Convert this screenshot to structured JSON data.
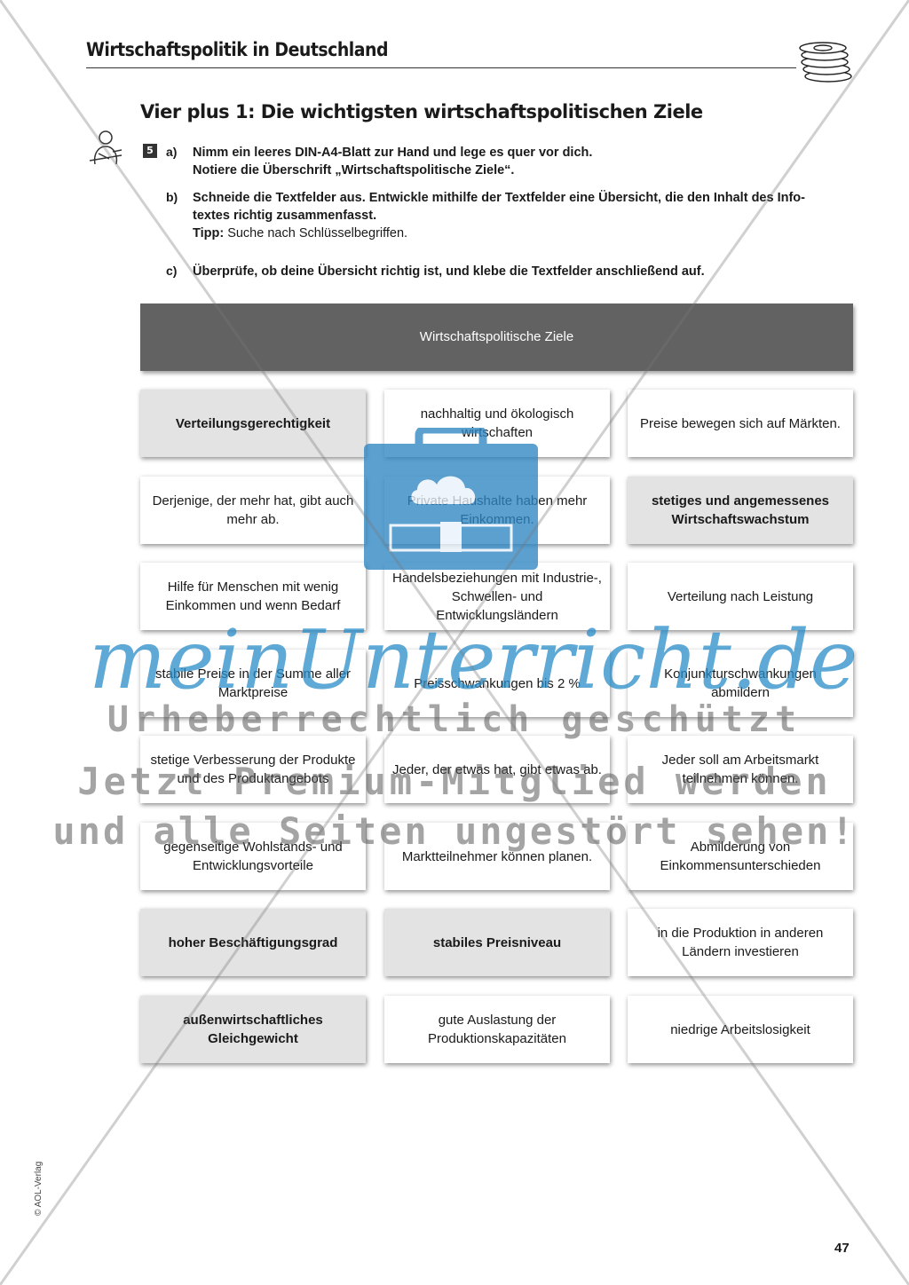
{
  "header": {
    "title": "Wirtschaftspolitik in Deutschland"
  },
  "section": {
    "title": "Vier plus 1: Die wichtigsten wirtschaftspolitischen Ziele"
  },
  "task": {
    "number": "5",
    "a_letter": "a)",
    "a_line1": "Nimm ein leeres DIN-A4-Blatt zur Hand und lege es quer vor dich.",
    "a_line2": "Notiere die Überschrift „Wirtschaftspolitische Ziele“.",
    "b_letter": "b)",
    "b_line1": "Schneide die Textfelder aus. Entwickle mithilfe der Textfelder eine Übersicht, die den Inhalt des Info-",
    "b_line2": "textes richtig zusammenfasst.",
    "b_tip_label": "Tipp:",
    "b_tip_text": " Suche nach Schlüsselbegriffen.",
    "c_letter": "c)",
    "c_line1": "Überprüfe, ob deine Übersicht richtig ist, und klebe die Textfelder anschließend auf."
  },
  "banner": {
    "label": "Wirtschaftspolitische Ziele"
  },
  "cards": [
    {
      "text": "Verteilungsgerechtigkeit",
      "style": "gray"
    },
    {
      "text": "nachhaltig und ökologisch wirtschaften",
      "style": "white"
    },
    {
      "text": "Preise bewegen sich auf Märkten.",
      "style": "white"
    },
    {
      "text": "Derjenige, der mehr hat, gibt auch mehr ab.",
      "style": "white"
    },
    {
      "text": "Private Haushalte haben mehr Einkommen.",
      "style": "white"
    },
    {
      "text": "stetiges und angemessenes Wirtschaftswachstum",
      "style": "gray"
    },
    {
      "text": "Hilfe für Menschen mit wenig Einkommen und wenn Bedarf",
      "style": "white"
    },
    {
      "text": "Handelsbeziehungen mit Industrie-, Schwellen- und Entwicklungsländern",
      "style": "white"
    },
    {
      "text": "Verteilung nach Leistung",
      "style": "white"
    },
    {
      "text": "stabile Preise in der Summe aller Marktpreise",
      "style": "white"
    },
    {
      "text": "Preisschwankungen bis 2 %",
      "style": "white"
    },
    {
      "text": "Konjunkturschwankungen abmildern",
      "style": "white"
    },
    {
      "text": "stetige Verbesserung der Produkte und des Produktangebots",
      "style": "white"
    },
    {
      "text": "Jeder, der etwas hat, gibt etwas ab.",
      "style": "white"
    },
    {
      "text": "Jeder soll am Arbeitsmarkt teilnehmen können.",
      "style": "white"
    },
    {
      "text": "gegenseitige Wohlstands- und Entwicklungsvorteile",
      "style": "white"
    },
    {
      "text": "Marktteilnehmer können planen.",
      "style": "white"
    },
    {
      "text": "Abmilderung von Einkommensunterschieden",
      "style": "white"
    },
    {
      "text": "hoher Beschäftigungsgrad",
      "style": "gray"
    },
    {
      "text": "stabiles Preisniveau",
      "style": "gray"
    },
    {
      "text": "in die Produktion in anderen Ländern investieren",
      "style": "white"
    },
    {
      "text": "außenwirtschaftliches Gleichgewicht",
      "style": "gray"
    },
    {
      "text": "gute Auslastung der Produktionskapazitäten",
      "style": "white"
    },
    {
      "text": "niedrige Arbeitslosigkeit",
      "style": "white"
    }
  ],
  "watermark": {
    "brand": "meinUnterricht.de",
    "line1": "Urheberrechtlich geschützt",
    "line2": "Jetzt Premium-Mitglied werden",
    "line3": "und alle Seiten ungestört sehen!"
  },
  "footer": {
    "credit": "© AOL-Verlag",
    "page_number": "47"
  }
}
